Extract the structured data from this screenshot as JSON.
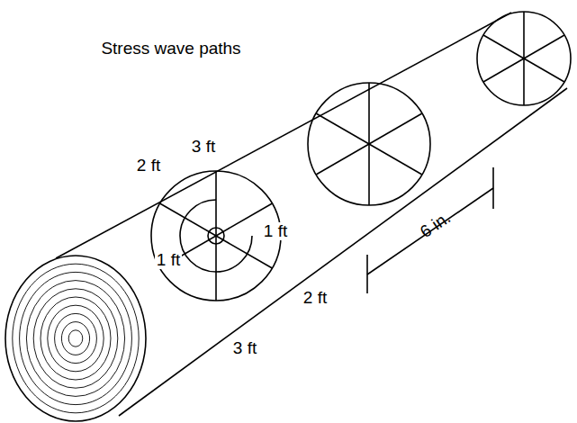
{
  "diagram": {
    "labels": [
      "Stress wave paths",
      "3 ft",
      "2 ft",
      "1 ft",
      "1 ft",
      "2 ft",
      "3 ft",
      "6 in."
    ]
  }
}
